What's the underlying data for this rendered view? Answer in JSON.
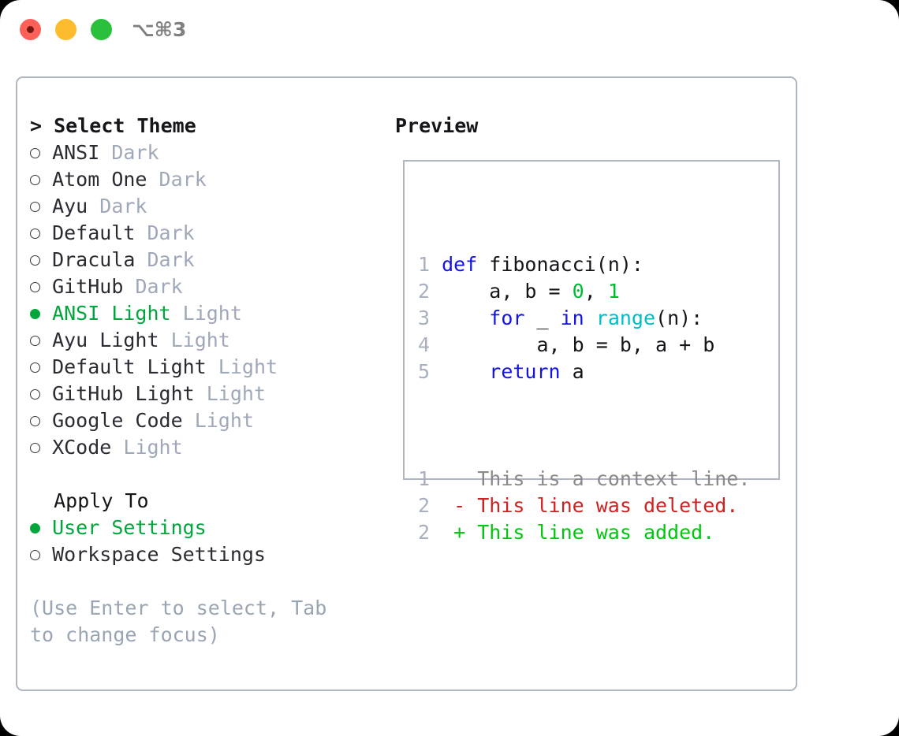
{
  "titlebar": {
    "shortcut": "⌥⌘3",
    "buttons": [
      {
        "name": "close",
        "color": "#fc6058"
      },
      {
        "name": "minimize",
        "color": "#fdbc2d"
      },
      {
        "name": "maximize",
        "color": "#2ac03c"
      }
    ]
  },
  "theme_picker": {
    "heading_caret": ">",
    "heading": "Select Theme",
    "items": [
      {
        "name": "ANSI",
        "suffix": "Dark",
        "selected": false
      },
      {
        "name": "Atom One",
        "suffix": "Dark",
        "selected": false
      },
      {
        "name": "Ayu",
        "suffix": "Dark",
        "selected": false
      },
      {
        "name": "Default",
        "suffix": "Dark",
        "selected": false
      },
      {
        "name": "Dracula",
        "suffix": "Dark",
        "selected": false
      },
      {
        "name": "GitHub",
        "suffix": "Dark",
        "selected": false
      },
      {
        "name": "ANSI Light",
        "suffix": "Light",
        "selected": true
      },
      {
        "name": "Ayu Light",
        "suffix": "Light",
        "selected": false
      },
      {
        "name": "Default Light",
        "suffix": "Light",
        "selected": false
      },
      {
        "name": "GitHub Light",
        "suffix": "Light",
        "selected": false
      },
      {
        "name": "Google Code",
        "suffix": "Light",
        "selected": false
      },
      {
        "name": "XCode",
        "suffix": "Light",
        "selected": false
      }
    ]
  },
  "apply_to": {
    "label": "Apply To",
    "items": [
      {
        "name": "User Settings",
        "selected": true
      },
      {
        "name": "Workspace Settings",
        "selected": false
      }
    ]
  },
  "hint": "(Use Enter to select, Tab to change focus)",
  "preview": {
    "heading": "Preview",
    "code_lines": [
      {
        "num": "1",
        "tokens": [
          {
            "t": "def",
            "c": "kw"
          },
          {
            "t": " fibonacci(n):",
            "c": "plain"
          }
        ]
      },
      {
        "num": "2",
        "tokens": [
          {
            "t": "    a, b = ",
            "c": "plain"
          },
          {
            "t": "0",
            "c": "num"
          },
          {
            "t": ", ",
            "c": "plain"
          },
          {
            "t": "1",
            "c": "num"
          }
        ]
      },
      {
        "num": "3",
        "tokens": [
          {
            "t": "    ",
            "c": "plain"
          },
          {
            "t": "for",
            "c": "kw"
          },
          {
            "t": " _ ",
            "c": "plain"
          },
          {
            "t": "in",
            "c": "kw"
          },
          {
            "t": " ",
            "c": "plain"
          },
          {
            "t": "range",
            "c": "builtin"
          },
          {
            "t": "(n):",
            "c": "plain"
          }
        ]
      },
      {
        "num": "4",
        "tokens": [
          {
            "t": "        a, b = b, a + b",
            "c": "plain"
          }
        ]
      },
      {
        "num": "5",
        "tokens": [
          {
            "t": "    ",
            "c": "plain"
          },
          {
            "t": "return",
            "c": "kw"
          },
          {
            "t": " a",
            "c": "plain"
          }
        ]
      }
    ],
    "diff_lines": [
      {
        "num": "1",
        "marker": " ",
        "text": " This is a context line.",
        "kind": "ctx"
      },
      {
        "num": "2",
        "marker": "-",
        "text": " This line was deleted.",
        "kind": "del"
      },
      {
        "num": "2",
        "marker": "+",
        "text": " This line was added.",
        "kind": "add"
      }
    ]
  },
  "colors": {
    "accent_green": "#00a63c",
    "muted": "#9fa8b8",
    "border": "#aeb6c2",
    "keyword_blue": "#1414e0",
    "builtin_cyan": "#00bcc8",
    "number_green": "#00bb33",
    "diff_del_red": "#cc2222",
    "diff_add_green": "#00c60e"
  }
}
